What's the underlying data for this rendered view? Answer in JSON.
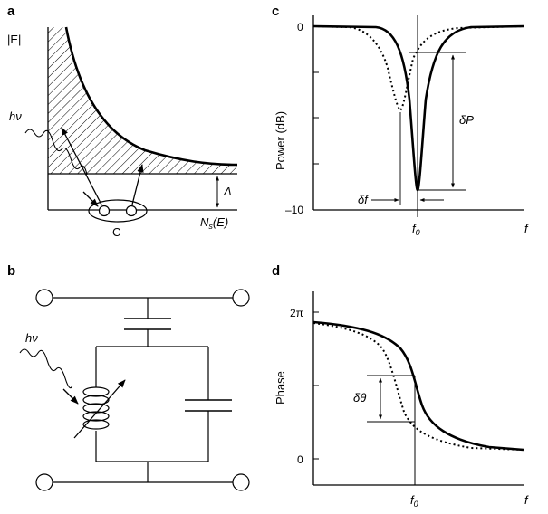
{
  "panels": {
    "a": {
      "letter": "a",
      "y_label": "|E|",
      "photon": "hν",
      "gap": "Δ",
      "x_label_main": "N",
      "x_label_sub": "s",
      "x_label_tail": "(E)",
      "pair_label": "C"
    },
    "b": {
      "letter": "b",
      "photon": "hν"
    },
    "c": {
      "letter": "c",
      "ylabel": "Power (dB)",
      "xlabel": "f",
      "f0_main": "f",
      "f0_sub": "0",
      "delta_f": "δf",
      "delta_P": "δP",
      "yticks": [
        "0",
        "–10"
      ]
    },
    "d": {
      "letter": "d",
      "ylabel": "Phase",
      "xlabel": "f",
      "f0_main": "f",
      "f0_sub": "0",
      "delta_theta": "δθ",
      "yticks": [
        "2π",
        "0"
      ]
    }
  }
}
